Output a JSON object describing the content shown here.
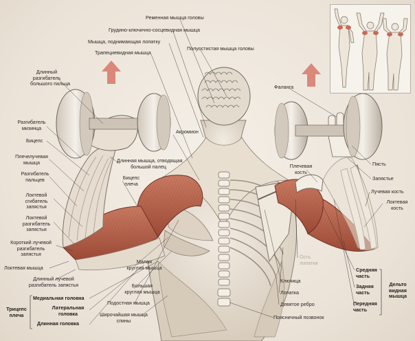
{
  "labels": {
    "remennaya": "Ременная мышца головы",
    "grudino": "Грудино-ключично-сосцевидная мышца",
    "podnim": "Мышца, поднимающая лопатку",
    "poluost": "Полуостистая мышца головы",
    "trapez": "Трапециевидная мышца",
    "dlinny_razg_1": "Длинный",
    "dlinny_razg_2": "разгибатель",
    "dlinny_razg_3": "большого пальца",
    "falanga": "Фаланга",
    "razg_miz_1": "Разгибатель",
    "razg_miz_2": "мизинца",
    "biceps": "Бицепс",
    "plecheluch_1": "Плечелучевая",
    "plecheluch_2": "мышца",
    "razg_palc_1": "Разгибатель",
    "razg_palc_2": "пальцев",
    "akromion": "Акромион",
    "dlin_otvod_1": "Длинная мышца, отводящая",
    "dlin_otvod_2": "большой палец",
    "plech_kost_1": "Плечевая",
    "plech_kost_2": "кость",
    "pyast": "Пясть",
    "zapyaste": "Запястье",
    "bic_plecha_1": "Бицепс",
    "bic_plecha_2": "плеча",
    "lokt_sgib_1": "Локтевой",
    "lokt_sgib_2": "сгибатель",
    "lokt_sgib_3": "запястья",
    "luch_kost": "Лучевая кость",
    "lokt_kost_1": "Локтевая",
    "lokt_kost_2": "кость",
    "lokt_razg_1": "Локтевой",
    "lokt_razg_2": "разгибатель",
    "lokt_razg_3": "запястья",
    "korotk_1": "Короткий лучевой",
    "korotk_2": "разгибатель",
    "korotk_3": "запястья",
    "ost_lopatki_1": "Ость",
    "ost_lopatki_2": "лопатки",
    "loktevaya_m": "Локтевая мышца",
    "malaya_1": "Малая",
    "malaya_2": "круглая мышца",
    "dlin_luch_1": "Длинный лучевой",
    "dlin_luch_2": "разгибатель запястья",
    "klyuch": "Ключица",
    "sredn_1": "Средняя",
    "sredn_2": "часть",
    "zadn_1": "Задняя",
    "zadn_2": "часть",
    "delt_1": "Дельто",
    "delt_2": "видная",
    "delt_3": "мышца",
    "bolsh_1": "Большая",
    "bolsh_2": "круглая мышца",
    "lopatka": "Лопатка",
    "pered_1": "Передняя",
    "pered_2": "часть",
    "medial": "Медиальная головка",
    "podost": "Подостная мышца",
    "devyat": "Девятое ребро",
    "triceps_1": "Трицепс",
    "triceps_2": "плеча",
    "lateral_1": "Латеральная",
    "lateral_2": "головка",
    "shirok_1": "Широчайшая мышца",
    "shirok_2": "спины",
    "poyasn": "Поясничный позвонок",
    "dlin_golov": "Длинная головка"
  },
  "colors": {
    "muscle": "#b5604a",
    "arrow": "#d9887a",
    "ink": "#2a2522",
    "tendon": "#e8dcc6"
  }
}
